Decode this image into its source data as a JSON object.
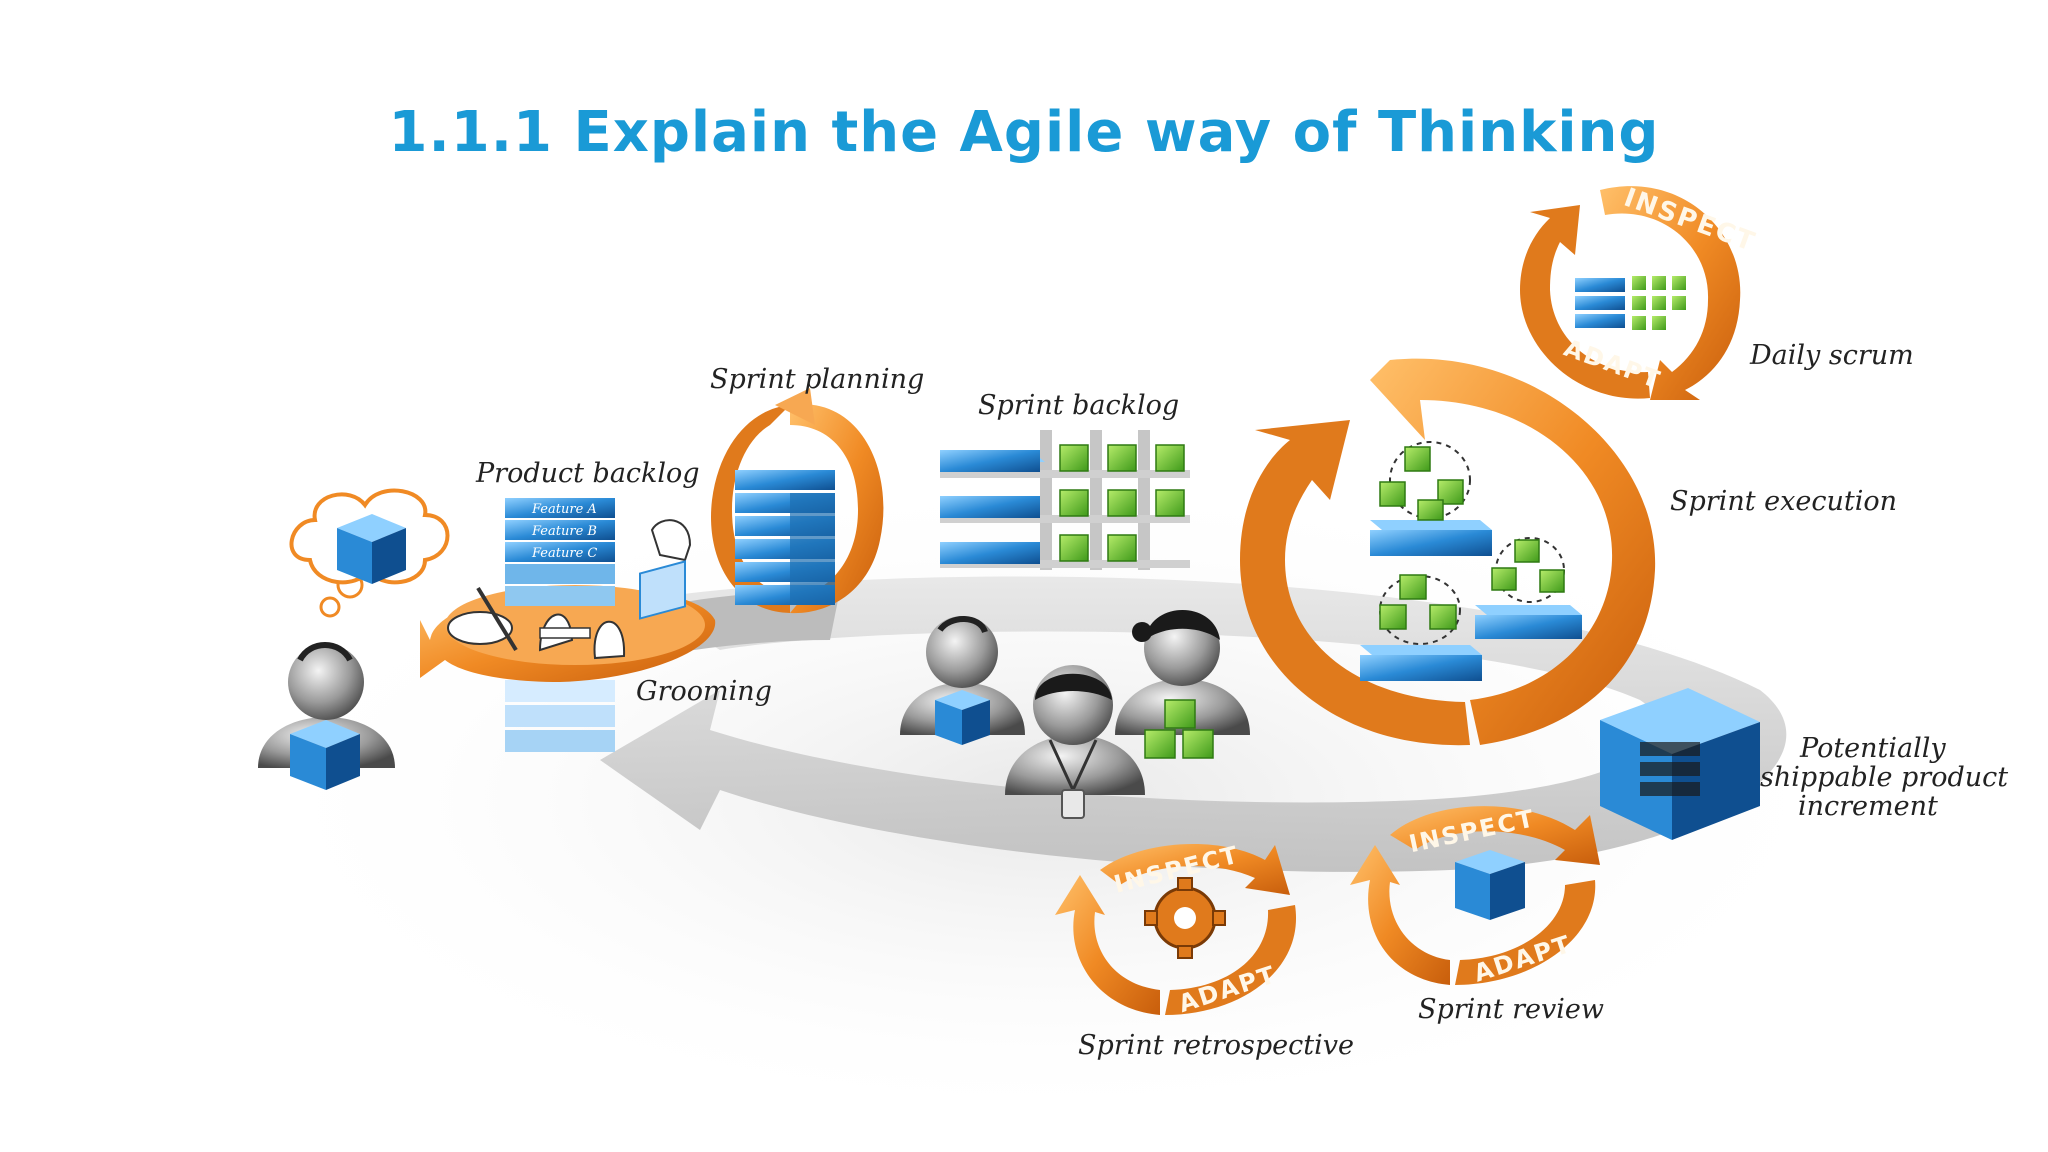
{
  "title": "1.1.1 Explain the Agile way of  Thinking",
  "labels": {
    "product_backlog": "Product backlog",
    "sprint_planning": "Sprint planning",
    "sprint_backlog": "Sprint backlog",
    "daily_scrum": "Daily scrum",
    "sprint_execution": "Sprint execution",
    "grooming": "Grooming",
    "increment_line1": "Potentially",
    "increment_line2": "shippable product",
    "increment_line3": "increment",
    "sprint_review": "Sprint review",
    "sprint_retrospective": "Sprint retrospective"
  },
  "features": [
    "Feature A",
    "Feature B",
    "Feature C"
  ],
  "cycle_words": {
    "inspect": "INSPECT",
    "adapt": "ADAPT"
  },
  "colors": {
    "title": "#1a9ad6",
    "orange": "#f08a24",
    "blue": "#2a7fc1",
    "green": "#6abf2e",
    "grey_track": "#cfcfcf"
  }
}
